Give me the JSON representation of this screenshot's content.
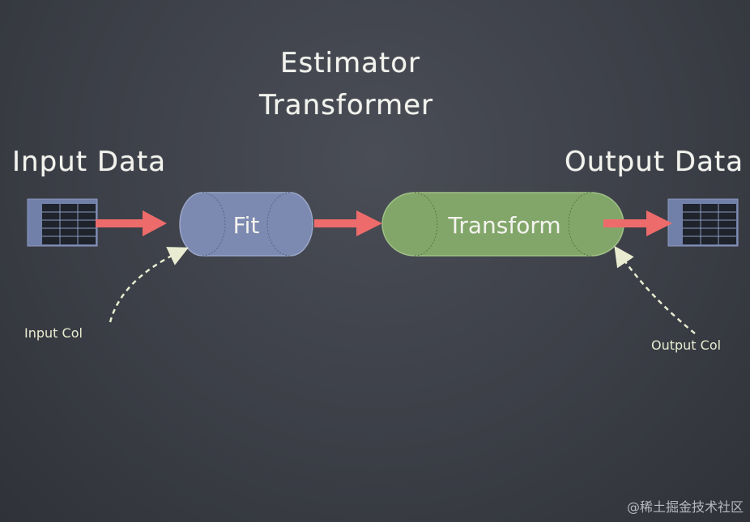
{
  "titles": {
    "estimator": "Estimator",
    "transformer": "Transformer"
  },
  "input": {
    "heading": "Input Data",
    "col_label": "Input Col"
  },
  "output": {
    "heading": "Output Data",
    "col_label": "Output Col"
  },
  "stages": {
    "fit": "Fit",
    "transform": "Transform"
  },
  "watermark": "@稀土掘金技术社区",
  "colors": {
    "board": "#3c3f47",
    "fit_fill": "#7c89b0",
    "transform_fill": "#82a66a",
    "arrow": "#ee6b6b",
    "table_fill": "#7180a8",
    "dashed_arrow": "#e9ecd0"
  }
}
